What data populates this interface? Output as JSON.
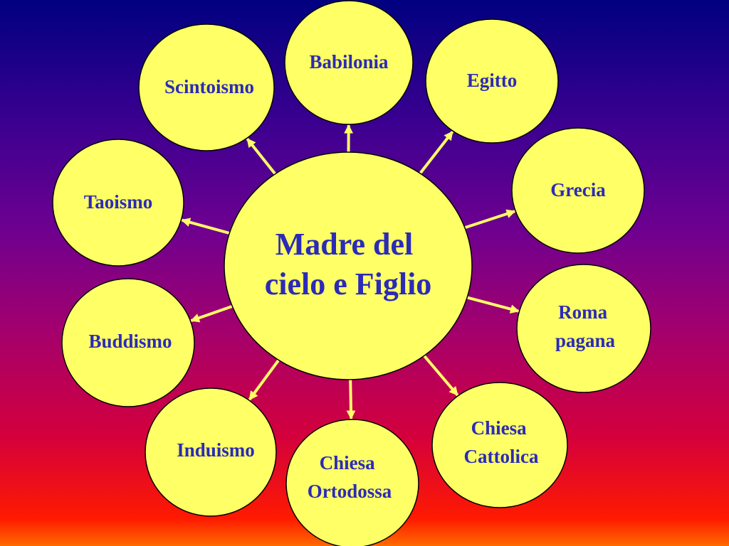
{
  "colors": {
    "circle_fill": "#ffff66",
    "text": "#2b2bb8",
    "arrow": "#ffff66"
  },
  "center": {
    "lines": [
      "Madre del",
      "cielo e Figlio"
    ]
  },
  "nodes": [
    {
      "id": "babilonia",
      "lines": [
        "Babilonia"
      ]
    },
    {
      "id": "egitto",
      "lines": [
        "Egitto"
      ]
    },
    {
      "id": "grecia",
      "lines": [
        "Grecia"
      ]
    },
    {
      "id": "roma-pagana",
      "lines": [
        "Roma",
        "pagana"
      ]
    },
    {
      "id": "chiesa-cattolica",
      "lines": [
        "Chiesa",
        "Cattolica"
      ]
    },
    {
      "id": "chiesa-ortodossa",
      "lines": [
        "Chiesa",
        "Ortodossa"
      ]
    },
    {
      "id": "induismo",
      "lines": [
        "Induismo"
      ]
    },
    {
      "id": "buddismo",
      "lines": [
        "Buddismo"
      ]
    },
    {
      "id": "taoismo",
      "lines": [
        "Taoismo"
      ]
    },
    {
      "id": "scintoismo",
      "lines": [
        "Scintoismo"
      ]
    }
  ]
}
